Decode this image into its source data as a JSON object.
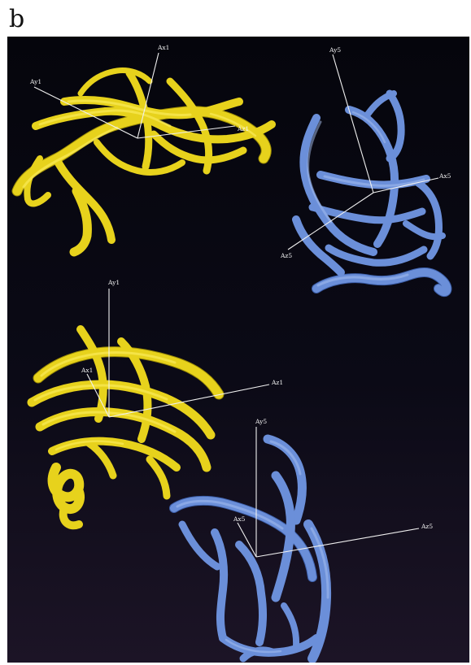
{
  "panel_label": "b",
  "colors": {
    "background_top": "#05050c",
    "background_bottom": "#1c1426",
    "protein_1": "#e7d21c",
    "protein_5": "#6b8fd9",
    "axes": "#f0f0f0"
  },
  "views": [
    {
      "name": "upper-view",
      "axis_labels": {
        "p1_x": "Ax1",
        "p1_y": "Ay1",
        "p1_z": "Az1",
        "p5_x": "Ax5",
        "p5_y": "Ay5",
        "p5_z": "Az5"
      }
    },
    {
      "name": "lower-view",
      "axis_labels": {
        "p1_x": "Ax1",
        "p1_y": "Ay1",
        "p1_z": "Az1",
        "p5_x": "Ax5",
        "p5_y": "Ay5",
        "p5_z": "Az5"
      }
    }
  ]
}
